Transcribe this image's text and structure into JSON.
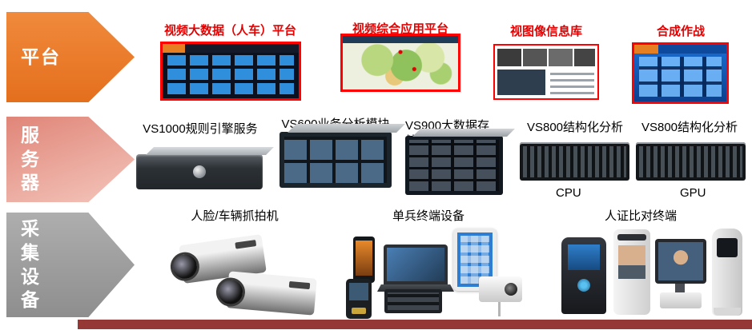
{
  "rows": [
    {
      "arrow_label": "平台",
      "items": [
        {
          "label": "视频大数据（人车）平台"
        },
        {
          "label": "视频综合应用平台"
        },
        {
          "label": "视图像信息库"
        },
        {
          "label": "合成作战"
        }
      ]
    },
    {
      "arrow_label": "服务器",
      "items": [
        {
          "label": "VS1000规则引擎服务"
        },
        {
          "label": "VS600业务分析模块"
        },
        {
          "label": "VS900大数据存储"
        },
        {
          "label": "VS800结构化分析",
          "sublabel": "CPU"
        },
        {
          "label": "VS800结构化分析",
          "sublabel": "GPU"
        }
      ]
    },
    {
      "arrow_label": "采集设备",
      "items": [
        {
          "label": "人脸/车辆抓拍机"
        },
        {
          "label": "单兵终端设备"
        },
        {
          "label": "人证比对终端"
        }
      ]
    }
  ],
  "colors": {
    "platform_arrow": "#ED7D31",
    "server_arrow": "#E8998E",
    "devices_arrow": "#9D9D9D",
    "platform_label_text": "#E60000",
    "screenshot_border": "#FF0000",
    "bottom_bar": "#943735"
  }
}
